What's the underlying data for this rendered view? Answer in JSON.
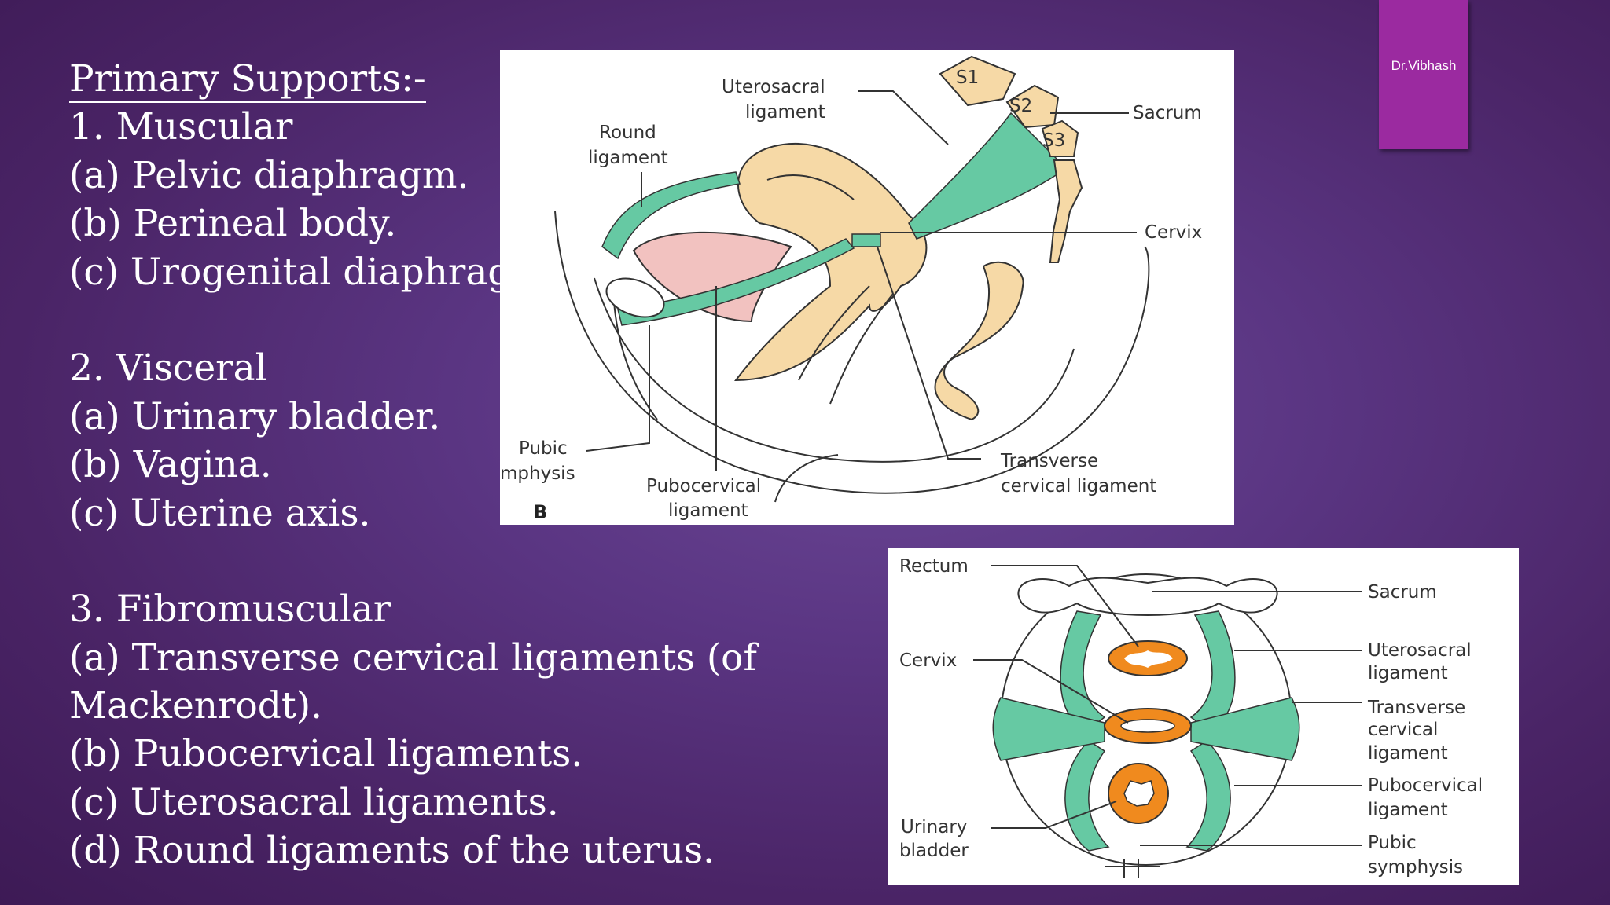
{
  "slide": {
    "heading": "Primary Supports:-",
    "lines": [
      "1. Muscular",
      "(a) Pelvic diaphragm.",
      "(b) Perineal body.",
      "(c) Urogenital diaphragm.",
      "",
      "2. Visceral",
      "(a) Urinary bladder.",
      "(b) Vagina.",
      "(c) Uterine axis.",
      "",
      "3. Fibromuscular",
      "(a) Transverse cervical ligaments (of",
      "Mackenrodt).",
      "(b) Pubocervical ligaments.",
      "(c) Uterosacral ligaments.",
      "(d) Round ligaments of the uterus."
    ]
  },
  "author_tag": "Dr.Vibhash",
  "figure_sagittal": {
    "panel_letter": "B",
    "vertebrae": [
      "S1",
      "S2",
      "S3"
    ],
    "labels": {
      "uterosacral_1": "Uterosacral",
      "uterosacral_2": "ligament",
      "round_1": "Round",
      "round_2": "ligament",
      "sacrum": "Sacrum",
      "cervix": "Cervix",
      "pubic_1": "Pubic",
      "pubic_2": "mphysis",
      "pubocervical_1": "Pubocervical",
      "pubocervical_2": "ligament",
      "transverse_1": "Transverse",
      "transverse_2": "cervical ligament"
    }
  },
  "figure_axial": {
    "labels": {
      "rectum": "Rectum",
      "cervix": "Cervix",
      "urinary_1": "Urinary",
      "urinary_2": "bladder",
      "sacrum": "Sacrum",
      "uterosacral_1": "Uterosacral",
      "uterosacral_2": "ligament",
      "transverse_1": "Transverse",
      "transverse_2": "cervical",
      "transverse_3": "ligament",
      "pubocervical_1": "Pubocervical",
      "pubocervical_2": "ligament",
      "pubic_1": "Pubic",
      "pubic_2": "symphysis"
    }
  },
  "colors": {
    "background": "#5a3582",
    "tag": "#9b2aa0",
    "ligament": "#66c9a3",
    "uterus": "#f6d9a6",
    "bladder": "#f2c2c0",
    "cervix_ring": "#f08a1e"
  }
}
